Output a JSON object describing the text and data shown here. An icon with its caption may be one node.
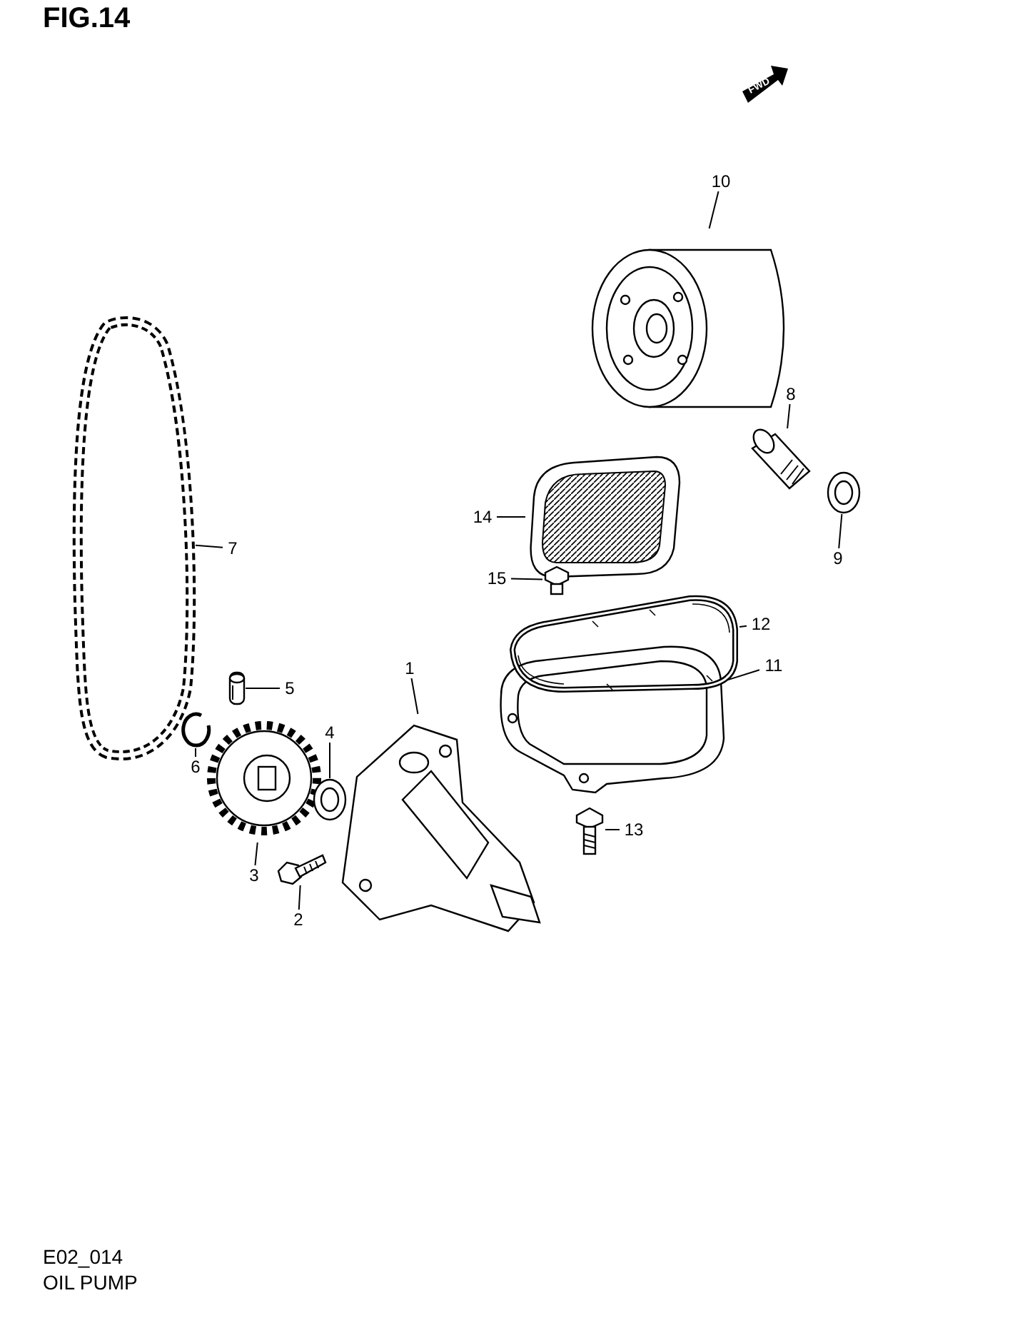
{
  "diagram": {
    "title": "FIG.14",
    "nodes": [
      {
        "text": [
          "1"
        ]
      },
      {
        "text": [],
        "shape": "picture"
      },
      {
        "text": [
          "2"
        ]
      },
      {
        "text": [],
        "shape": "picture"
      },
      {
        "text": [
          "3"
        ]
      },
      {
        "text": [],
        "shape": "picture"
      },
      {
        "text": [
          "4"
        ]
      },
      {
        "text": [],
        "shape": "picture"
      },
      {
        "text": [
          "5"
        ]
      },
      {
        "text": [],
        "shape": "picture"
      },
      {
        "text": [
          "6"
        ]
      },
      {
        "text": [],
        "shape": "picture"
      },
      {
        "text": [
          "7"
        ]
      },
      {
        "text": [],
        "shape": "picture"
      },
      {
        "text": [
          "8"
        ]
      },
      {
        "text": [],
        "shape": "picture"
      },
      {
        "text": [
          "9"
        ]
      },
      {
        "text": [],
        "shape": "picture"
      },
      {
        "text": [
          "10"
        ]
      },
      {
        "text": [],
        "shape": "picture"
      },
      {
        "text": [
          "11"
        ]
      },
      {
        "text": [],
        "shape": "picture"
      },
      {
        "text": [
          "12"
        ]
      },
      {
        "text": [],
        "shape": "picture"
      },
      {
        "text": [
          "13"
        ]
      },
      {
        "text": [],
        "shape": "picture"
      },
      {
        "text": [
          "14"
        ]
      },
      {
        "text": [],
        "shape": "picture"
      },
      {
        "text": [
          "15"
        ]
      },
      {
        "text": [],
        "shape": "picture"
      }
    ],
    "edges": [
      {
        "from": 0,
        "to": 1,
        "arrow": "none"
      },
      {
        "from": 2,
        "to": 3,
        "arrow": "none"
      },
      {
        "from": 4,
        "to": 5,
        "arrow": "none"
      },
      {
        "from": 6,
        "to": 7,
        "arrow": "none"
      },
      {
        "from": 8,
        "to": 9,
        "arrow": "none"
      },
      {
        "from": 10,
        "to": 11,
        "arrow": "none"
      },
      {
        "from": 12,
        "to": 13,
        "arrow": "none"
      },
      {
        "from": 14,
        "to": 15,
        "arrow": "none"
      },
      {
        "from": 16,
        "to": 17,
        "arrow": "none"
      },
      {
        "from": 18,
        "to": 19,
        "arrow": "none"
      },
      {
        "from": 20,
        "to": 21,
        "arrow": "none"
      },
      {
        "from": 22,
        "to": 23,
        "arrow": "none"
      },
      {
        "from": 24,
        "to": 25,
        "arrow": "none"
      },
      {
        "from": 26,
        "to": 27,
        "arrow": "none"
      },
      {
        "from": 28,
        "to": 29,
        "arrow": "none"
      }
    ],
    "labels": [
      "FWD",
      "E02_014",
      "OIL PUMP"
    ]
  }
}
